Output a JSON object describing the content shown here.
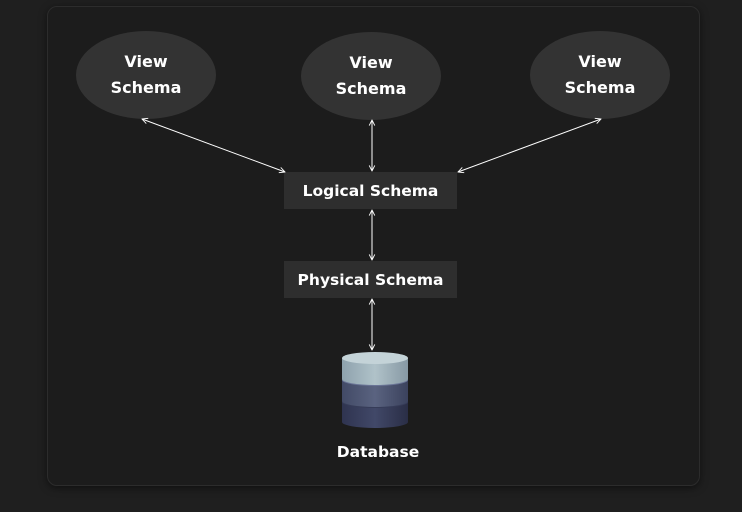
{
  "diagram": {
    "view_schemas": [
      {
        "label": "View Schema"
      },
      {
        "label": "View Schema"
      },
      {
        "label": "View Schema"
      }
    ],
    "logical_schema": {
      "label": "Logical Schema"
    },
    "physical_schema": {
      "label": "Physical Schema"
    },
    "database": {
      "label": "Database"
    }
  },
  "colors": {
    "background": "#1f1f1f",
    "node_fill": "#333333",
    "box_fill": "#2e2e2e",
    "arrow": "#ffffff",
    "db_top": "#a7b8c0",
    "db_mid": "#4c5370",
    "db_bottom": "#3a3f5a"
  }
}
